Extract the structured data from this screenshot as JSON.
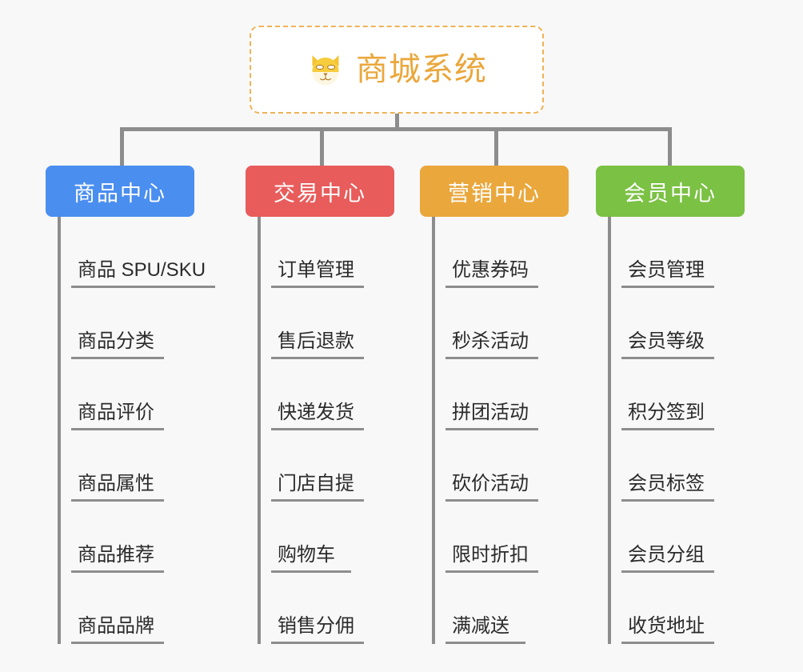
{
  "canvas": {
    "background": "#f8f8f8",
    "line_color": "#8d8d8d",
    "leaf_text_color": "#2b2b2b"
  },
  "root": {
    "title": "商城系统",
    "icon": "shiba-dog-face-icon",
    "title_color": "#eaa73c",
    "border_color": "#f0b254",
    "fill_color": "#ffffff"
  },
  "categories": [
    {
      "label": "商品中心",
      "color": "#4a8ef0",
      "items": [
        "商品 SPU/SKU",
        "商品分类",
        "商品评价",
        "商品属性",
        "商品推荐",
        "商品品牌"
      ]
    },
    {
      "label": "交易中心",
      "color": "#e85c5c",
      "items": [
        "订单管理",
        "售后退款",
        "快递发货",
        "门店自提",
        "购物车",
        "销售分佣"
      ]
    },
    {
      "label": "营销中心",
      "color": "#eaa73c",
      "items": [
        "优惠券码",
        "秒杀活动",
        "拼团活动",
        "砍价活动",
        "限时折扣",
        "满减送"
      ]
    },
    {
      "label": "会员中心",
      "color": "#7bc144",
      "items": [
        "会员管理",
        "会员等级",
        "积分签到",
        "会员标签",
        "会员分组",
        "收货地址"
      ]
    }
  ]
}
